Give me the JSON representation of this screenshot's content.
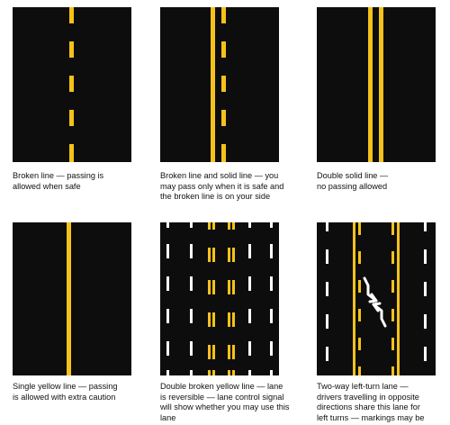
{
  "colors": {
    "road": "#0d0d0d",
    "yellow": "#f4c21a",
    "white": "#ffffff",
    "text": "#111111"
  },
  "panels": [
    {
      "id": "broken-line",
      "caption_lines": [
        "Broken line — passing is",
        "allowed when safe"
      ]
    },
    {
      "id": "broken-and-solid-line",
      "caption_lines": [
        "Broken line and solid line — you",
        "may pass only when it is safe and",
        "the broken line is on your side"
      ]
    },
    {
      "id": "double-solid-line",
      "caption_lines": [
        "Double solid line —",
        "no passing allowed"
      ]
    },
    {
      "id": "single-yellow-line",
      "caption_lines": [
        "Single yellow line — passing",
        "is allowed with extra caution"
      ]
    },
    {
      "id": "double-broken-yellow-line",
      "caption_lines": [
        "Double broken yellow line — lane",
        "is reversible — lane control signal",
        "will show whether you may use this",
        "lane"
      ]
    },
    {
      "id": "two-way-left-turn-lane",
      "caption_lines": [
        "Two-way left-turn lane —",
        "drivers travelling in opposite",
        "directions share this lane for",
        "left turns — markings may be"
      ]
    }
  ]
}
